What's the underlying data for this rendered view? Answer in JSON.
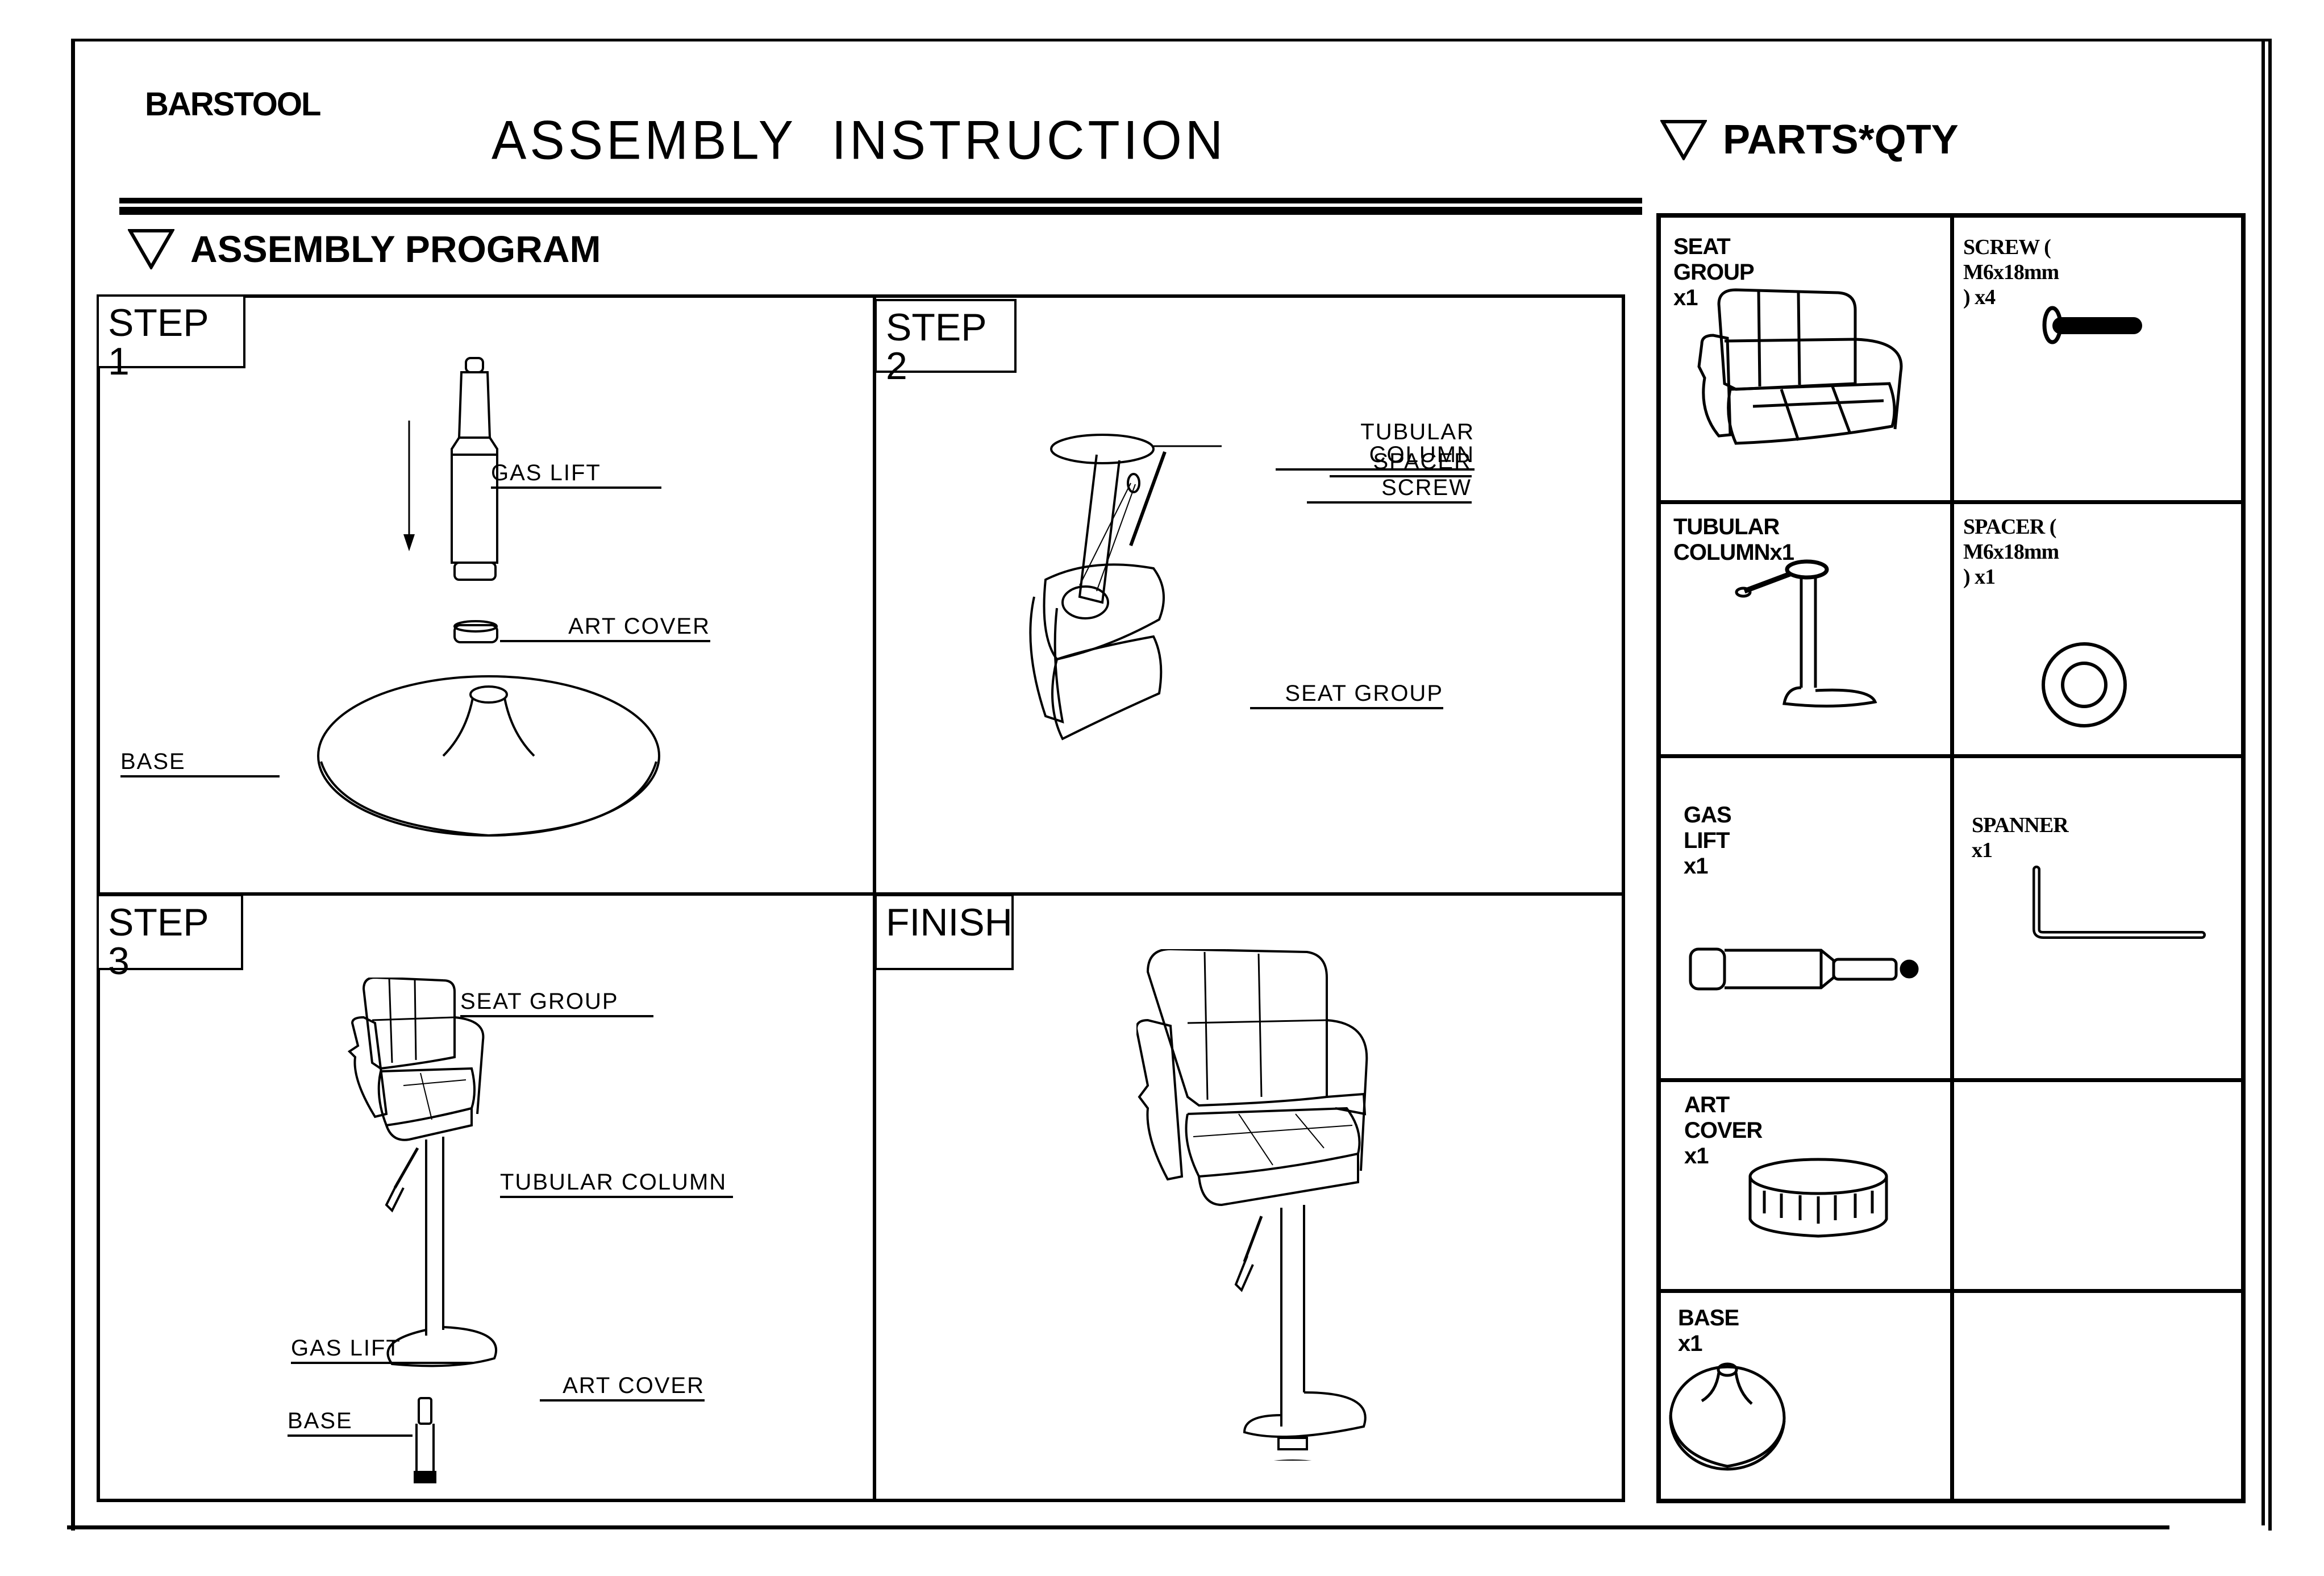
{
  "document": {
    "brand": "BARSTOOL",
    "title": "ASSEMBLY  INSTRUCTION"
  },
  "assembly_program": {
    "heading": "ASSEMBLY PROGRAM",
    "heading_icon": "triangle-down-outline-icon",
    "steps": [
      {
        "tag": "STEP 1",
        "callouts": [
          "GAS LIFT",
          "ART COVER",
          "BASE"
        ],
        "illustration": "gas-lift-art-cover-base-exploded"
      },
      {
        "tag": "STEP 2",
        "callouts": [
          "TUBULAR COLUMN",
          "SPACER",
          "SCREW",
          "SEAT GROUP"
        ],
        "illustration": "column-screwed-to-seat-underside"
      },
      {
        "tag": "STEP 3",
        "callouts": [
          "SEAT GROUP",
          "TUBULAR COLUMN",
          "GAS LIFT",
          "ART COVER",
          "BASE"
        ],
        "illustration": "seat-column-onto-gas-lift-base"
      },
      {
        "tag": "FINISH",
        "callouts": [],
        "illustration": "assembled-barstool"
      }
    ]
  },
  "parts": {
    "heading": "PARTS*QTY",
    "heading_icon": "triangle-down-outline-icon",
    "items": [
      {
        "label": "SEAT GROUP  x1",
        "name": "SEAT GROUP",
        "qty": 1,
        "icon": "seat-group-icon"
      },
      {
        "label": "SCREW ( M6x18mm ) x4",
        "name": "SCREW",
        "spec": "M6x18mm",
        "qty": 4,
        "icon": "screw-icon"
      },
      {
        "label": "TUBULAR COLUMNx1",
        "name": "TUBULAR COLUMN",
        "qty": 1,
        "icon": "tubular-column-icon"
      },
      {
        "label": "SPACER ( M6x18mm ) x1",
        "name": "SPACER",
        "spec": "M6x18mm",
        "qty": 1,
        "icon": "spacer-washer-icon"
      },
      {
        "label": "GAS LIFT  x1",
        "name": "GAS LIFT",
        "qty": 1,
        "icon": "gas-lift-icon"
      },
      {
        "label": "SPANNER x1",
        "name": "SPANNER",
        "qty": 1,
        "icon": "allen-key-icon"
      },
      {
        "label": "ART COVER  x1",
        "name": "ART COVER",
        "qty": 1,
        "icon": "art-cover-icon"
      },
      {
        "label": "BASE  x1",
        "name": "BASE",
        "qty": 1,
        "icon": "base-icon"
      }
    ]
  }
}
